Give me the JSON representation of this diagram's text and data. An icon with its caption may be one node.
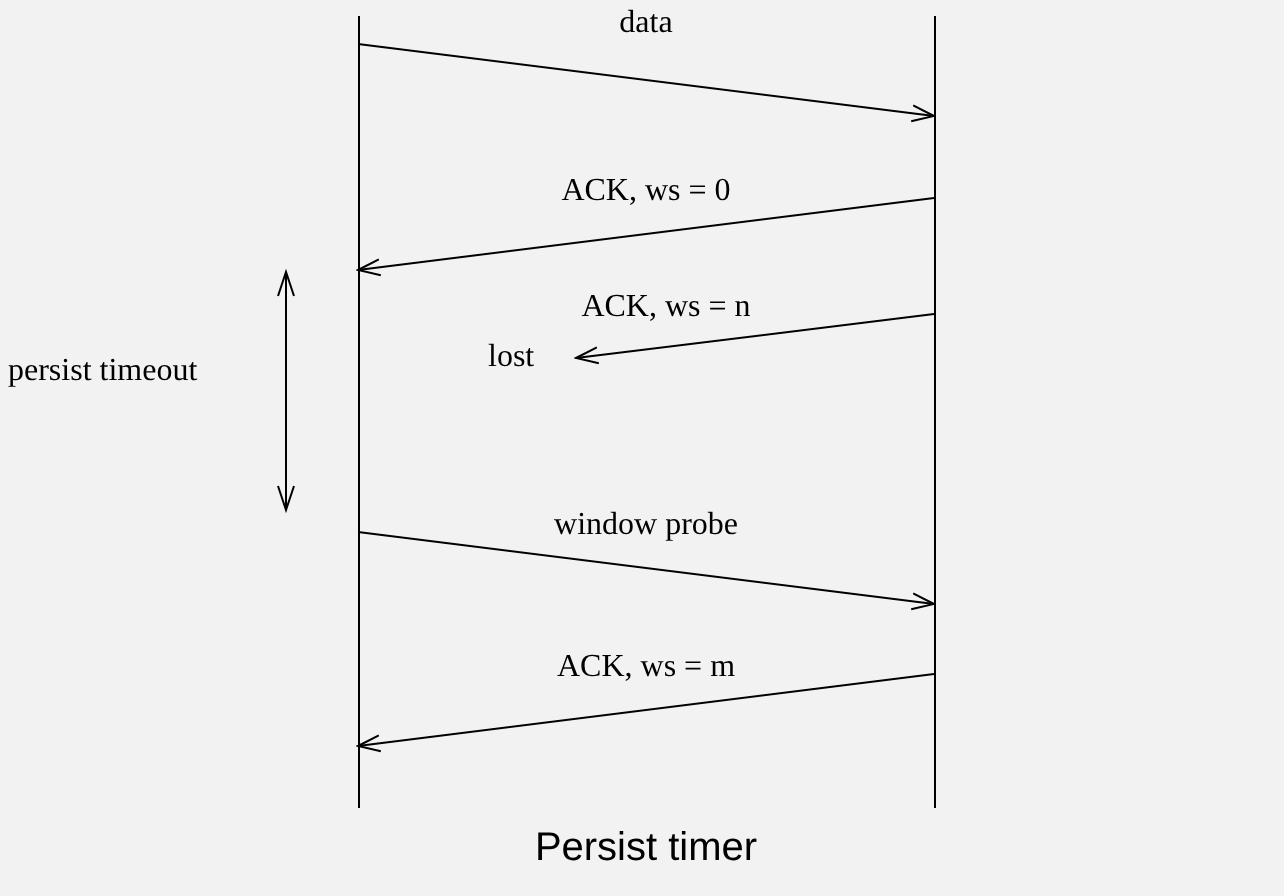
{
  "diagram": {
    "caption": "Persist timer",
    "nodes": [
      {
        "text": [],
        "shape": "bar"
      },
      {
        "text": [],
        "shape": "bar"
      },
      {
        "text": [
          "lost"
        ]
      }
    ],
    "edges": [
      {
        "from": 0,
        "to": 1,
        "arrow": "to",
        "label": "data"
      },
      {
        "from": 1,
        "to": 0,
        "arrow": "to",
        "label": "ACK, ws = 0"
      },
      {
        "from": 1,
        "to": 2,
        "arrow": "to",
        "label": "ACK, ws = n"
      },
      {
        "from": 0,
        "to": 1,
        "arrow": "to",
        "label": "window probe"
      },
      {
        "from": 1,
        "to": 0,
        "arrow": "to",
        "label": "ACK, ws = m"
      }
    ],
    "labels": [
      "persist timeout"
    ]
  }
}
